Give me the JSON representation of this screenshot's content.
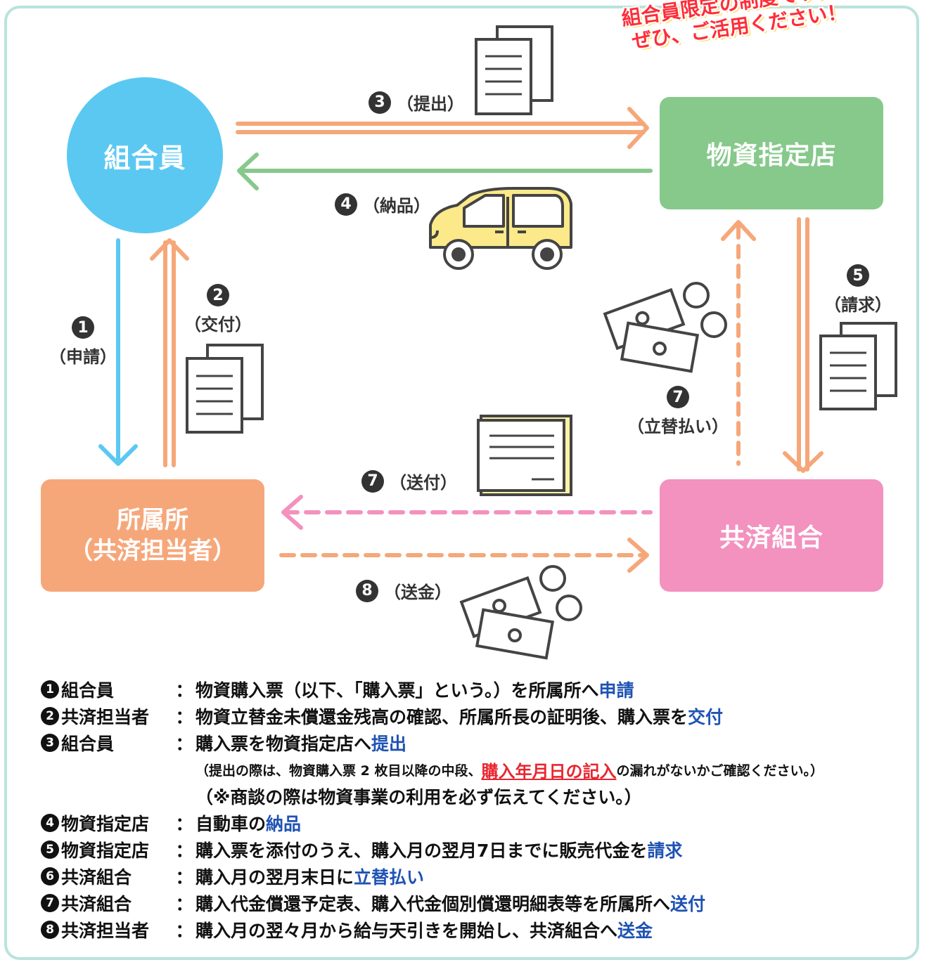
{
  "banner": {
    "line1": "組合員限定の制度です。",
    "line2": "ぜひ、ご活用ください！"
  },
  "nodes": {
    "member": "組合員",
    "shop": "物資指定店",
    "dept_line1": "所属所",
    "dept_line2": "（共済担当者）",
    "coop": "共済組合"
  },
  "steps": {
    "s1": {
      "num": "1",
      "label": "（申請）"
    },
    "s2": {
      "num": "2",
      "label": "（交付）"
    },
    "s3": {
      "num": "3",
      "label": "（提出）"
    },
    "s4": {
      "num": "4",
      "label": "（納品）"
    },
    "s5": {
      "num": "5",
      "label": "（請求）"
    },
    "s7a": {
      "num": "7",
      "label": "（立替払い）"
    },
    "s7b": {
      "num": "7",
      "label": "（送付）"
    },
    "s8": {
      "num": "8",
      "label": "（送金）"
    }
  },
  "legend": {
    "r1": {
      "n": "1",
      "who": "組合員",
      "text": "物資購入票（以下、「購入票」という。）を所属所へ",
      "kw": "申請"
    },
    "r2": {
      "n": "2",
      "who": "共済担当者",
      "text": "物資立替金未償還金残高の確認、所属所長の証明後、購入票を",
      "kw": "交付"
    },
    "r3": {
      "n": "3",
      "who": "組合員",
      "text": "購入票を物資指定店へ",
      "kw": "提出"
    },
    "note_pre": "（提出の際は、物資購入票 2 枚目以降の中段、",
    "note_red": "購入年月日の記入",
    "note_post": "の漏れがないかご確認ください。）",
    "note2": "（※商談の際は物資事業の利用を必ず伝えてください。）",
    "r4": {
      "n": "4",
      "who": "物資指定店",
      "text": "自動車の",
      "kw": "納品"
    },
    "r5": {
      "n": "5",
      "who": "物資指定店",
      "text": "購入票を添付のうえ、購入月の翌月7日までに販売代金を",
      "kw": "請求"
    },
    "r6": {
      "n": "6",
      "who": "共済組合",
      "text": "購入月の翌月末日に",
      "kw": "立替払い"
    },
    "r7": {
      "n": "7",
      "who": "共済組合",
      "text": "購入代金償還予定表、購入代金個別償還明細表等を所属所へ",
      "kw": "送付"
    },
    "r8": {
      "n": "8",
      "who": "共済担当者",
      "text": "購入月の翌々月から給与天引きを開始し、共済組合へ",
      "kw": "送金"
    }
  },
  "colon": "：",
  "colors": {
    "member": "#5bc8f2",
    "shop": "#86c98b",
    "dept": "#f6a77a",
    "coop": "#f391bf",
    "orange_arrow": "#f6a77a",
    "green_arrow": "#86c98b",
    "blue_arrow": "#5bc8f2",
    "pink_arrow": "#f391bf",
    "keyword": "#1f53b3",
    "note_red": "#e9252f"
  }
}
